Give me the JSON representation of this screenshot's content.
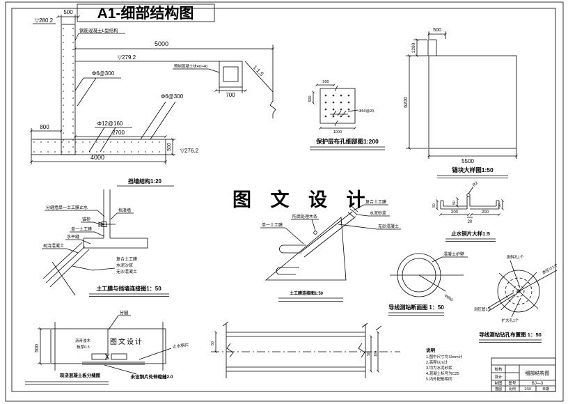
{
  "colors": {
    "red": "#ee0000",
    "cyan": "#00c8c8",
    "watermark_dark": "#555555",
    "watermark_light": "#9a9a9a"
  },
  "page_title": "A1-细部结构图",
  "wall": {
    "caption": "挡墙结构1:20",
    "elev_top": "▽280.2",
    "dim_thickness": "500",
    "label_structure": "钢筋混凝土L型结构",
    "dim_5000": "5000",
    "elev_ground": "▽279.2",
    "label_precast": "预制混凝土块40×40",
    "rebar_v": "Φ6@300",
    "rebar_h": "Φ6@300",
    "rebar_f": "Φ12@160",
    "dim_800": "800",
    "dim_2700": "2700",
    "dim_700": "700",
    "slope": "1:1.5",
    "dim_h500": "500",
    "elev_base": "▽276.2",
    "dim_4000": "4000"
  },
  "holes": {
    "caption": "保护层布孔细部图1:200",
    "dim_top": "500",
    "dim_left": "500",
    "dim_bottom": "1000",
    "label_hole": "Φ50@20"
  },
  "anchor": {
    "caption": "锚块大样图1:50",
    "dim_500": "500",
    "dim_1200": "1200",
    "dim_6200": "6200",
    "dim_5500": "5500"
  },
  "conn": {
    "caption": "土工膜与挡墙连接图1：50",
    "l1": "分缝墙单一土工膜止水",
    "l2": "挡浪墙",
    "l3": "锚栓",
    "l4": "单一土工膜",
    "l5": "水平缝",
    "l6": "现浇混凝土",
    "l7": "复合土工膜",
    "l8": "水泥沙浆",
    "l9": "无沙混凝土"
  },
  "watermark_center": "图 文 设 计",
  "joint": {
    "caption": "土工膜连接图1:50",
    "l1": "单一土工膜",
    "l2": "防腐处理木条",
    "l3": "复合土工膜",
    "l4": "水泥砂浆",
    "l5": "无砂混凝土"
  },
  "waterstop": {
    "caption": "止水铜片大样1:5",
    "d200a": "200",
    "d200b": "200",
    "d20": "20",
    "r2": "R2",
    "d50a": "50",
    "d50b": "50",
    "d50c": "50"
  },
  "station_sec": {
    "caption": "导线测站断面图 1：50",
    "l1": "混凝土护壁",
    "l2": "Φ800"
  },
  "station_plan": {
    "caption": "导线测站钻孔布置图 1：50",
    "l1": "测斜孔1个",
    "l2": "渗压计1个",
    "l3": "测压管1个",
    "l4": "扩大孔1个"
  },
  "slab": {
    "caption_left": "现浇混凝土板分缝图",
    "caption_right": "未设铜片处伸缩缝2.0",
    "l_joint": "分缝",
    "l_wood1": "沥青浸木",
    "l_wood2": "板厚0.5",
    "l_strip": "止水铜片",
    "dim_500": "500",
    "watermark": "图文设计"
  },
  "pipe": {
    "d1": "50",
    "d2": "50",
    "d3": "100"
  },
  "notes": {
    "title": "说明",
    "n1": "1.图中尺寸均以mm计",
    "n2": "2.高程以m计",
    "n3": "3.均为水泥砂浆",
    "n4": "4.混凝土标号为C25",
    "n5": "5.内外配筋相同"
  },
  "titleblock": {
    "r1c1": "校核",
    "r2c1": "设计",
    "name": "细部结构图",
    "r3c1": "制图",
    "r3c2": "图号",
    "no": "BJ—3",
    "r4c1": "描图",
    "r4c2": "比例",
    "r4c3": "1:50",
    "r4c4": "日期"
  }
}
